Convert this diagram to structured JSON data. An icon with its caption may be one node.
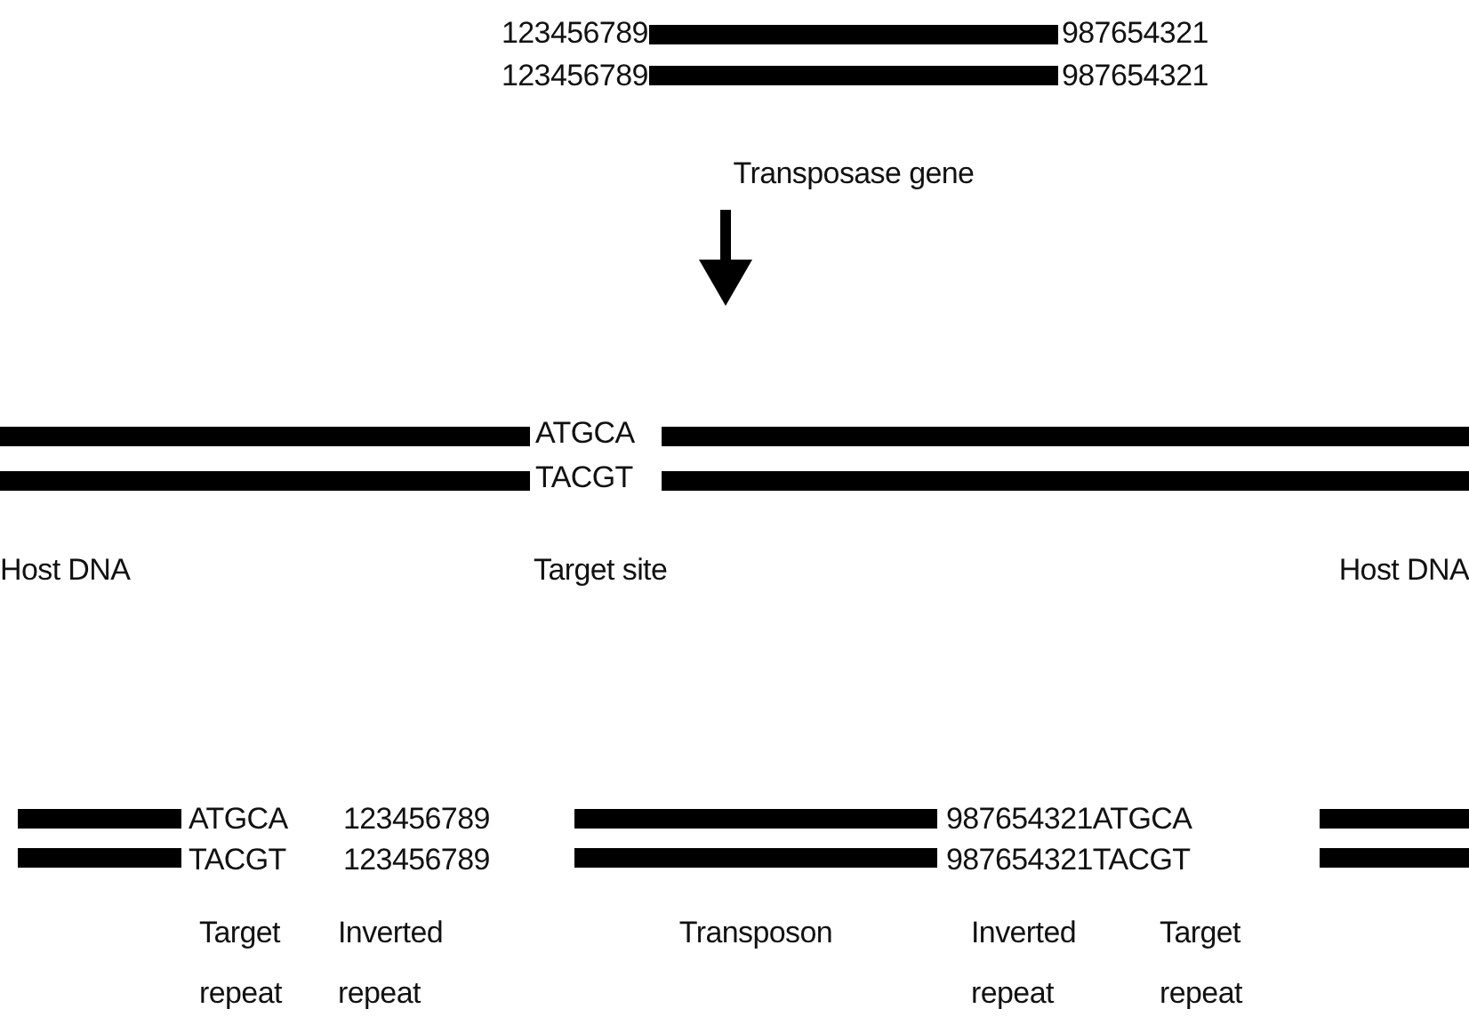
{
  "diagram": {
    "labels": [
      "123456789",
      "987654321",
      "123456789",
      "987654321",
      "Transposase gene",
      "ATGCA",
      "TACGT",
      "Host DNA",
      "Target site",
      "Host DNA",
      "ATGCA",
      "123456789",
      "987654321ATGCA",
      "TACGT",
      "123456789",
      "987654321TACGT",
      "Target repeat",
      "Inverted repeat",
      "Transposon",
      "Inverted repeat",
      "Target repeat"
    ]
  }
}
